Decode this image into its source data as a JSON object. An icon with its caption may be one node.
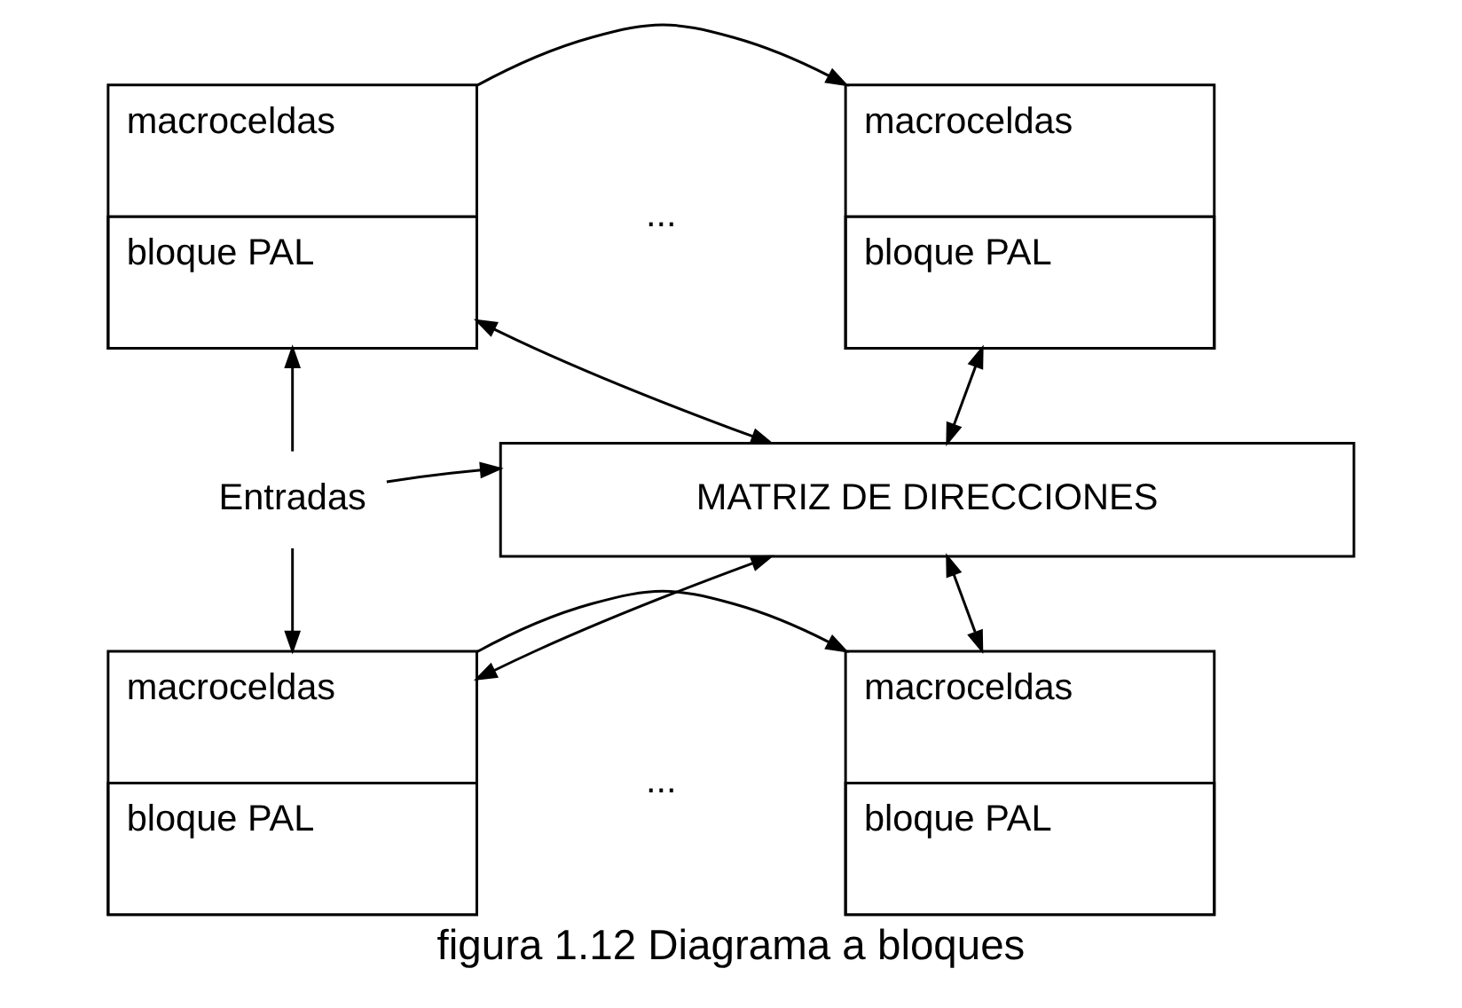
{
  "diagram": {
    "caption": "figura 1.12 Diagrama a bloques",
    "nodes": [
      {
        "text": [
          "macroceldas",
          "bloque PAL"
        ]
      },
      {
        "text": [
          "macroceldas",
          "bloque PAL"
        ]
      },
      {
        "text": [
          "MATRIZ DE DIRECCIONES"
        ]
      },
      {
        "text": [
          "macroceldas",
          "bloque PAL"
        ]
      },
      {
        "text": [
          "macroceldas",
          "bloque PAL"
        ]
      },
      {
        "text": [
          "Entradas"
        ]
      }
    ],
    "edges": [
      {
        "from": 5,
        "to": 2,
        "arrow": "to"
      },
      {
        "from": 5,
        "to": 0,
        "arrow": "to"
      },
      {
        "from": 5,
        "to": 3,
        "arrow": "to"
      },
      {
        "from": 0,
        "to": 1,
        "arrow": "to"
      },
      {
        "from": 3,
        "to": 4,
        "arrow": "to"
      },
      {
        "from": 0,
        "to": 2,
        "arrow": "both"
      },
      {
        "from": 1,
        "to": 2,
        "arrow": "both"
      },
      {
        "from": 2,
        "to": 3,
        "arrow": "both"
      },
      {
        "from": 2,
        "to": 4,
        "arrow": "both"
      }
    ],
    "labels": [
      "...",
      "..."
    ]
  }
}
